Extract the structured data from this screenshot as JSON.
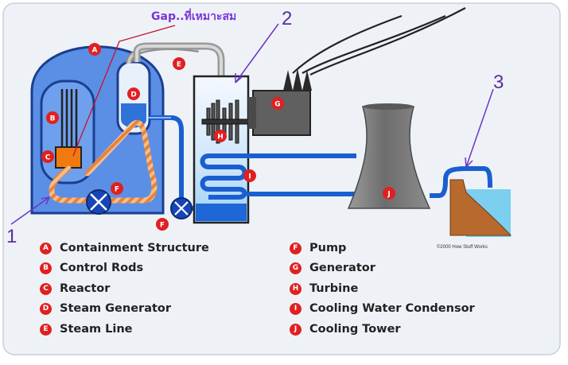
{
  "annotations": {
    "gap_note": "Gap..ที่เหมาะสม",
    "num_1": "1",
    "num_2": "2",
    "num_3": "3"
  },
  "diagram_badges": {
    "containment": "A",
    "control_rods": "B",
    "reactor": "C",
    "steam_generator": "D",
    "steam_line": "E",
    "pump_inner": "F",
    "pump_outer": "F",
    "generator": "G",
    "turbine": "H",
    "condensor": "I",
    "cooling_tower": "J"
  },
  "legend": {
    "left": [
      {
        "letter": "A",
        "label": "Containment Structure"
      },
      {
        "letter": "B",
        "label": "Control Rods"
      },
      {
        "letter": "C",
        "label": "Reactor"
      },
      {
        "letter": "D",
        "label": "Steam Generator"
      },
      {
        "letter": "E",
        "label": "Steam Line"
      }
    ],
    "right": [
      {
        "letter": "F",
        "label": "Pump"
      },
      {
        "letter": "G",
        "label": "Generator"
      },
      {
        "letter": "H",
        "label": "Turbine"
      },
      {
        "letter": "I",
        "label": "Cooling Water Condensor"
      },
      {
        "letter": "J",
        "label": "Cooling Tower"
      }
    ]
  },
  "copyright": "©2000 How Stuff Works",
  "colors": {
    "panel_bg": "#eef2f7",
    "containment_blue": "#5b8fe6",
    "water_blue": "#1a5fd0",
    "hot_loop_orange": "#e07a3a",
    "badge_red": "#e02020",
    "annotation_purple": "#6b35c8",
    "tower_gray": "#7a7a7a"
  }
}
